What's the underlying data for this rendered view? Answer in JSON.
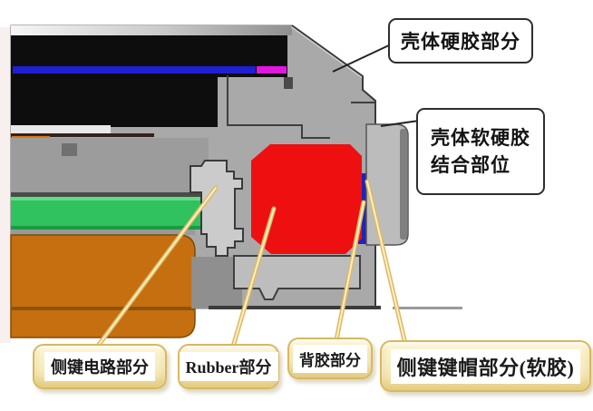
{
  "figure": {
    "type": "phone-side-key-cross-section",
    "callouts": {
      "hard_shell": "壳体硬胶部分",
      "soft_hard_joint": [
        "壳体软硬胶",
        "结合部位"
      ],
      "side_key_circuit": "侧键电路部分",
      "rubber": "Rubber部分",
      "back_adhesive": "背胶部分",
      "keycap": "侧键键帽部分(软胶)"
    },
    "parts": {
      "hard_shell_area": "upper housing slope (hard plastic)",
      "soft_hard_joint_area": "housing step where soft and hard rubber join",
      "circuit_area": "stepped dome/circuit block left of rubber",
      "rubber_area": "red rubber block",
      "adhesive_area": "thin dark-blue strip right of rubber",
      "keycap_area": "grey cap protruding on right (soft rubber)"
    },
    "colors": {
      "housing_gray": "#a9a9a9",
      "housing_light": "#cbcbcb",
      "outline": "#3a3a3a",
      "black_stack": "#0d0d0d",
      "blue_line": "#1f1fd6",
      "magenta_part": "#e216e2",
      "red_rubber": "#ee1010",
      "adhesive_blue": "#2323b4",
      "green_pcb": "#2fc25e",
      "orange_bracket": "#c56f10",
      "orange_strip": "#e07818",
      "keycap_gray": "#bcbcbc",
      "recess_gray": "#bdbdbd",
      "leader_yellow": "#dfb95c",
      "leader_core": "#f9efcc",
      "leader_black": "#222222",
      "callout_cream": "#f7ecbe",
      "callout_gold_border": "#d9b85c"
    }
  }
}
